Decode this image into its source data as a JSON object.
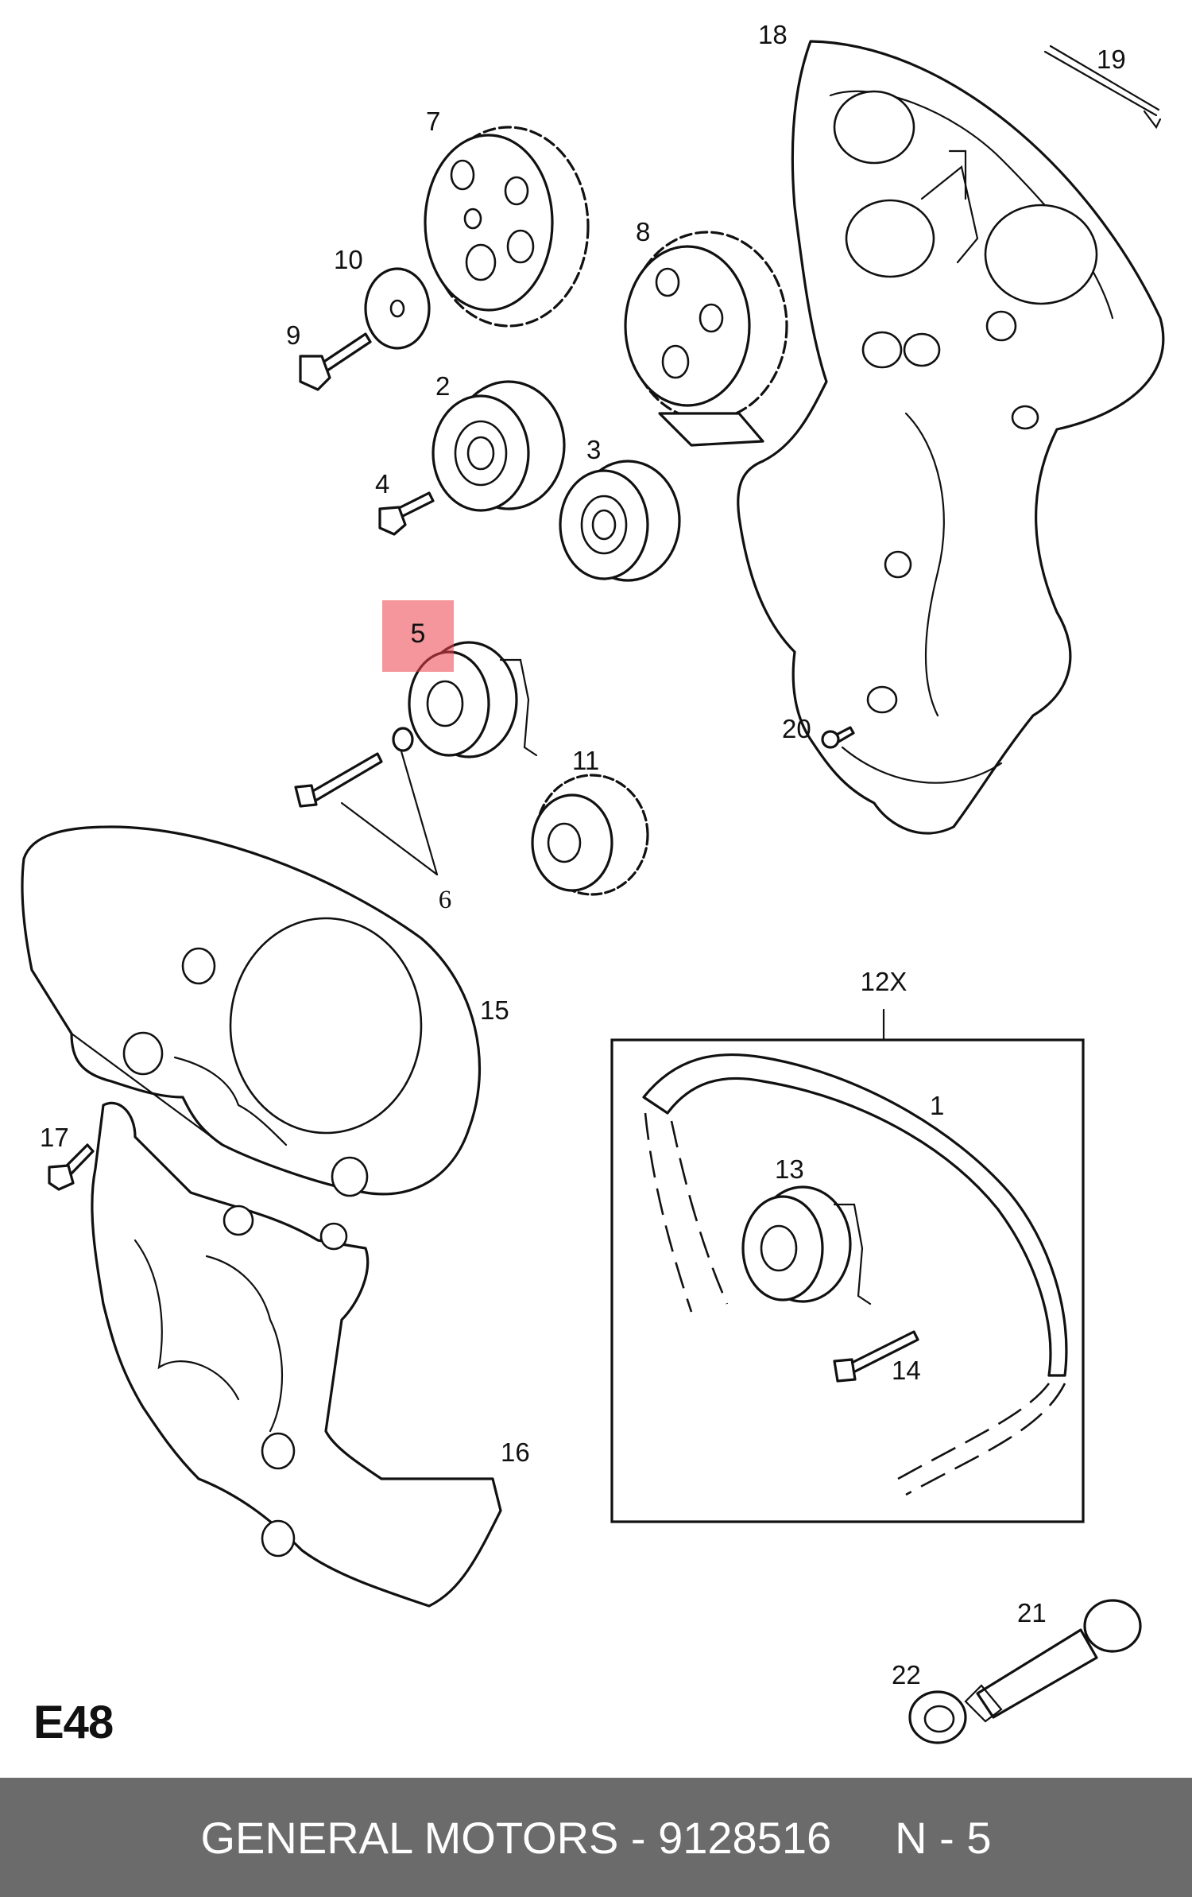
{
  "diagram": {
    "code": "E48",
    "callouts": [
      "1",
      "2",
      "3",
      "4",
      "6",
      "7",
      "8",
      "9",
      "10",
      "11",
      "12X",
      "13",
      "14",
      "15",
      "16",
      "17",
      "18",
      "19",
      "20",
      "21",
      "22"
    ],
    "highlight": {
      "label": "5",
      "color": "#ec404a"
    }
  },
  "footer": {
    "title": "GENERAL MOTORS - 9128516",
    "ref": "N - 5",
    "bg": "#6b6b6b"
  }
}
